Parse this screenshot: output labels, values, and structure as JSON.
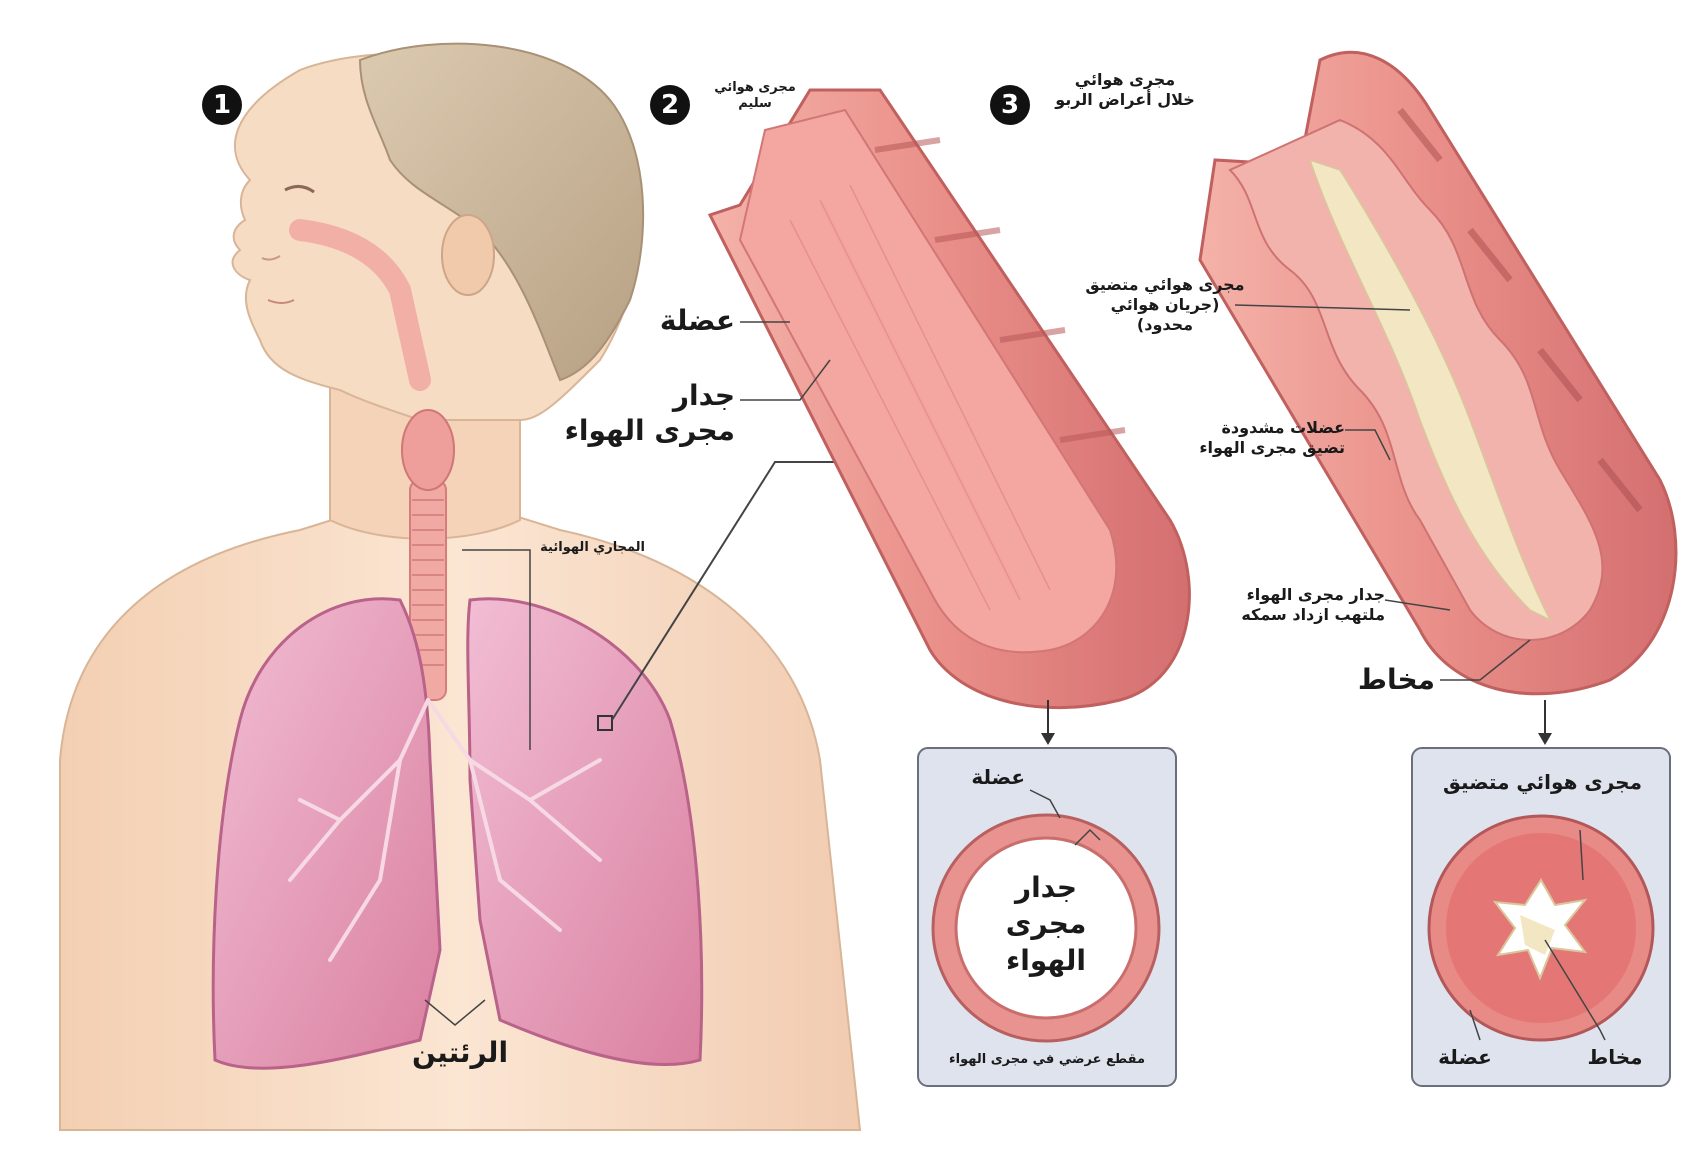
{
  "panels": {
    "p1": {
      "number": "1"
    },
    "p2": {
      "number": "2",
      "title_line1": "مجرى هوائي",
      "title_line2": "سليم"
    },
    "p3": {
      "number": "3",
      "title_line1": "مجرى هوائي",
      "title_line2": "خلال أعراض الربو"
    }
  },
  "labels": {
    "airways": "المجاري الهوائية",
    "lungs": "الرئتين",
    "muscle": "عضلة",
    "wall_line1": "جدار",
    "wall_line2": "مجرى الهواء",
    "narrowed_line1": "مجرى هوائي متضيق",
    "narrowed_line2": "(جريان هوائي",
    "narrowed_line3": "محدود)",
    "tight_line1": "عضلات مشدودة",
    "tight_line2": "تضيق مجرى الهواء",
    "inflamed_line1": "جدار مجرى الهواء",
    "inflamed_line2": "ملتهب ازداد سمكه",
    "mucus": "مخاط"
  },
  "inset_left": {
    "muscle": "عضلة",
    "wall_line1": "جدار",
    "wall_line2": "مجرى",
    "wall_line3": "الهواء",
    "caption": "مقطع عرضي في مجرى الهواء"
  },
  "inset_right": {
    "title": "مجرى هوائي متضيق",
    "muscle": "عضلة",
    "mucus": "مخاط"
  },
  "colors": {
    "skin": "#f7dcc4",
    "lung": "#e7a3c1",
    "tissue": "#e8938f",
    "inset_bg": "#dfe3ee",
    "mucus": "#f3e6c2"
  }
}
